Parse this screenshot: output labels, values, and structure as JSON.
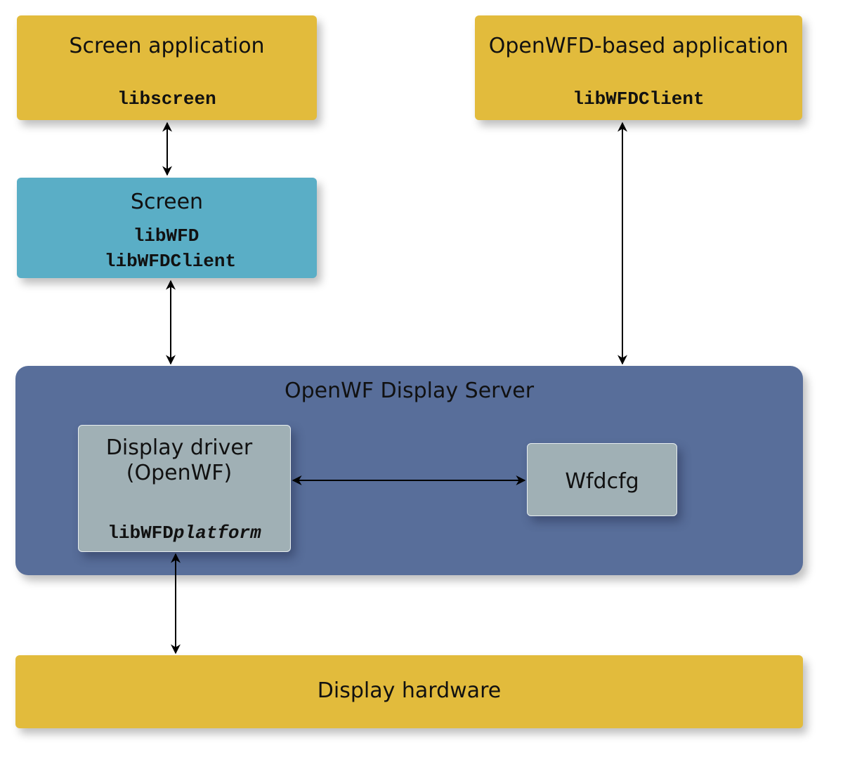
{
  "screen_app": {
    "title": "Screen application",
    "lib": "libscreen"
  },
  "openwfd_app": {
    "title": "OpenWFD-based application",
    "lib": "libWFDClient"
  },
  "screen": {
    "title": "Screen",
    "lib1": "libWFD",
    "lib2": "libWFDClient"
  },
  "server": {
    "title": "OpenWF Display Server"
  },
  "driver": {
    "title_line1": "Display driver",
    "title_line2": "(OpenWF)",
    "lib_prefix": "libWFD",
    "lib_suffix": "platform"
  },
  "wfdcfg": {
    "title": "Wfdcfg"
  },
  "hardware": {
    "title": "Display hardware"
  },
  "colors": {
    "application": "#e2bb3c",
    "screen": "#5aaec6",
    "server": "#586e9a",
    "component": "#a0b0b5"
  }
}
